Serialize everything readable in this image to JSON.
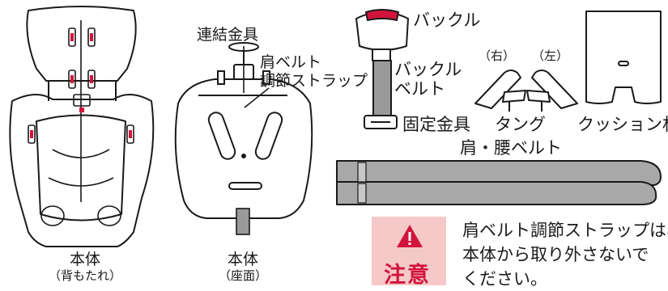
{
  "labels": {
    "renketsu": "連結金具",
    "kata_adjust_line1": "肩ベルト",
    "kata_adjust_line2": "調節ストラップ",
    "buckle": "バックル",
    "buckle_belt_line1": "バックル",
    "buckle_belt_line2": "ベルト",
    "kotei": "固定金具",
    "right": "（右）",
    "left": "（左）",
    "tongue": "タング",
    "cushion": "クッション材",
    "kata_koshi": "肩・腰ベルト",
    "body_back_line1": "本体",
    "body_back_line2": "（背もたれ）",
    "body_seat_line1": "本体",
    "body_seat_line2": "（座面）"
  },
  "caution": {
    "badge": "注意",
    "lines": [
      "肩ベルト調節ストラップは、",
      "本体から取り外さないで",
      "ください。"
    ]
  },
  "colors": {
    "accent_red": "#d2143c",
    "caution_bg": "#f6c9c9",
    "belt_gray": "#9a9a9a",
    "outline": "#1a1a1a"
  }
}
